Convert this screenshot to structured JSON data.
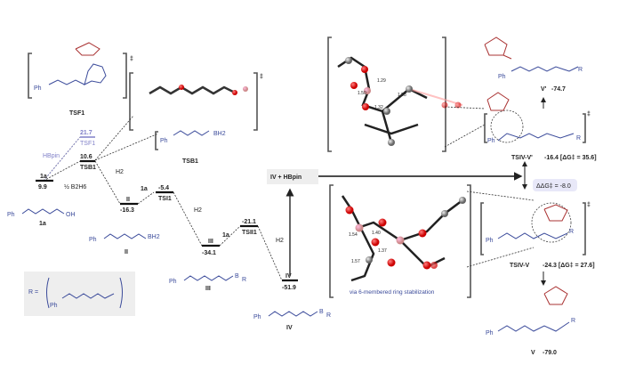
{
  "left": {
    "ts_f1_label": "TS",
    "ts_f1_sup": "F",
    "ts_b1_struct_label": "TSB1",
    "dagger": "‡",
    "levels": [
      {
        "id": "1a",
        "energy": "9.9"
      },
      {
        "id": "TSF1",
        "energy": "21.7"
      },
      {
        "id": "TSB1",
        "energy": "10.6"
      },
      {
        "id": "II",
        "energy": "-16.3"
      },
      {
        "id": "TSI1",
        "energy": "-5.4"
      },
      {
        "id": "III",
        "energy": "-34.1"
      },
      {
        "id": "TSII1",
        "energy": "-21.1"
      },
      {
        "id": "IV",
        "energy": "-51.9"
      }
    ],
    "labels": {
      "hbpin": "HBpin",
      "half_b2h6": "½ B2H6",
      "h2": "H2",
      "l1a": "1a",
      "ts_f1": "TSF1",
      "ts_b1": "TSB1",
      "ts_i1": "TSI1",
      "ts_ii1": "TSII1",
      "ii": "II",
      "iii": "III",
      "iv": "IV",
      "mol_1a": "1a"
    },
    "atoms": {
      "ph": "Ph",
      "o": "O",
      "oh": "OH",
      "bh2": "BH2",
      "b": "B",
      "h": "H",
      "r": "R"
    },
    "r_def": "R ="
  },
  "center": {
    "iv_hbpin": "IV + HBpin",
    "ddg": "ΔΔG‡ = -8.0",
    "ring_caption": "via 6-membered ring stabilization",
    "top_distances": [
      "1.29",
      "1.50",
      "1.32",
      "1.58"
    ],
    "bottom_distances": [
      "1.54",
      "1.40",
      "1.37",
      "1.57"
    ]
  },
  "right": {
    "v_prime": {
      "label": "V'",
      "energy": "-74.7"
    },
    "ts_iv_vp": {
      "label": "TSIV-V'",
      "energy": "-16.4 [ΔG‡ = 35.6]"
    },
    "ts_iv_v": {
      "label": "TSIV-V",
      "energy": "-24.3 [ΔG‡ = 27.6]"
    },
    "v": {
      "label": "V",
      "energy": "-79.0"
    }
  },
  "colors": {
    "blue": "#3a4a9a",
    "red": "#a33333",
    "lavender": "#8080c8",
    "box": "#eeeeee"
  }
}
